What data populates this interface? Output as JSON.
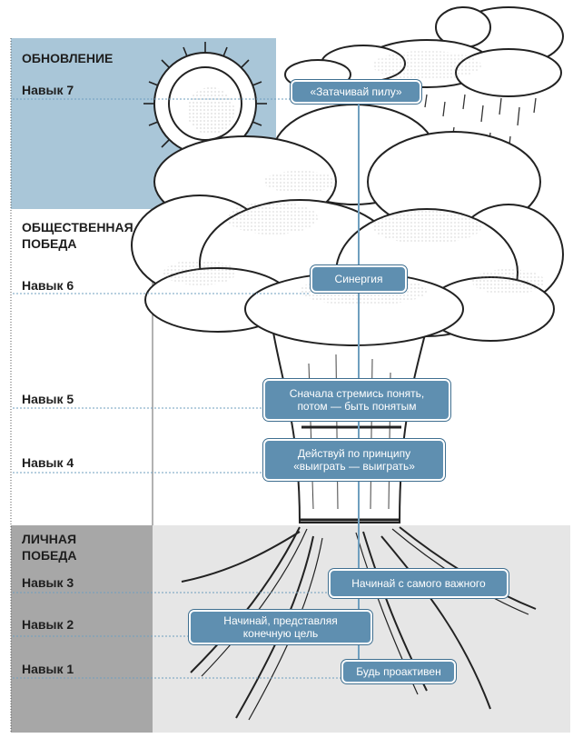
{
  "sections": {
    "renewal": "ОБНОВЛЕНИЕ",
    "public_victory": "ОБЩЕСТВЕННАЯ\nПОБЕДА",
    "private_victory": "ЛИЧНАЯ\nПОБЕДА"
  },
  "habit_labels": {
    "h7": "Навык 7",
    "h6": "Навык 6",
    "h5": "Навык 5",
    "h4": "Навык 4",
    "h3": "Навык 3",
    "h2": "Навык 2",
    "h1": "Навык 1"
  },
  "habits": {
    "h7": "«Затачивай пилу»",
    "h6": "Синергия",
    "h5": "Сначала стремись понять,\nпотом — быть понятым",
    "h4": "Действуй по принципу\n«выиграть — выиграть»",
    "h3": "Начинай с самого важного",
    "h2": "Начинай, представляя\nконечную цель",
    "h1": "Будь проактивен"
  },
  "colors": {
    "renewal_band": "#a9c6d8",
    "private_band_label": "#a7a7a7",
    "private_band_bg": "#e6e6e6",
    "pill_fill": "#5f8fb0",
    "dotted_line": "#6f9fbf"
  }
}
